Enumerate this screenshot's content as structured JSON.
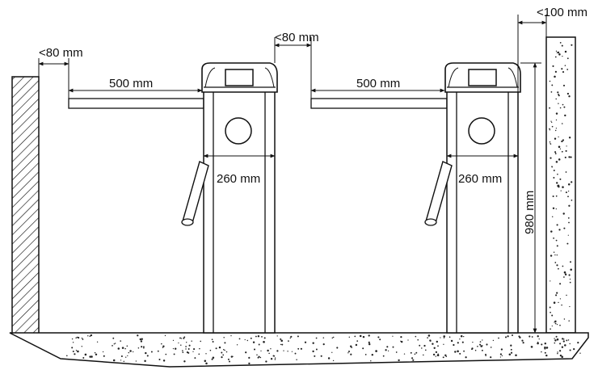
{
  "colors": {
    "stroke": "#111111",
    "background": "#ffffff",
    "concrete_speck": "#222222"
  },
  "labels": {
    "left_wall_gap": "<80 mm",
    "middle_gap": "<80 mm",
    "right_wall_gap": "<100 mm",
    "arm_left": "500 mm",
    "arm_right": "500 mm",
    "body_width_left": "260 mm",
    "body_width_right": "260 mm",
    "height": "980 mm"
  }
}
